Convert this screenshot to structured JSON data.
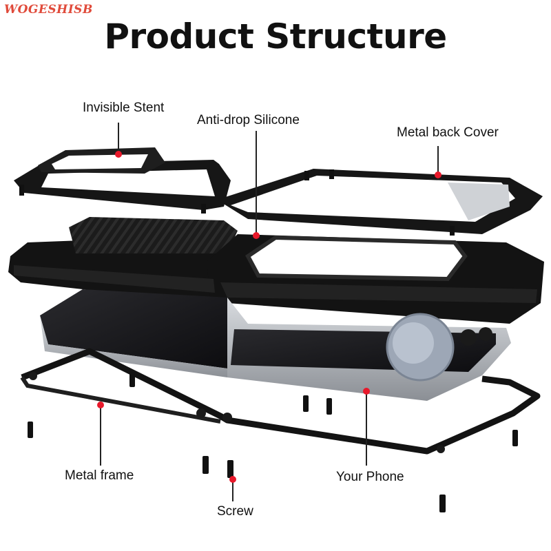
{
  "brand": "WOGESHISB",
  "title": "Product Structure",
  "callouts": {
    "invisible_stent": "Invisible Stent",
    "anti_drop_silicone": "Anti-drop Silicone",
    "metal_back_cover": "Metal back Cover",
    "metal_frame": "Metal frame",
    "your_phone": "Your Phone",
    "screw": "Screw"
  },
  "colors": {
    "brand": "#e04a3a",
    "marker": "#e8182a",
    "case": "#141414"
  }
}
